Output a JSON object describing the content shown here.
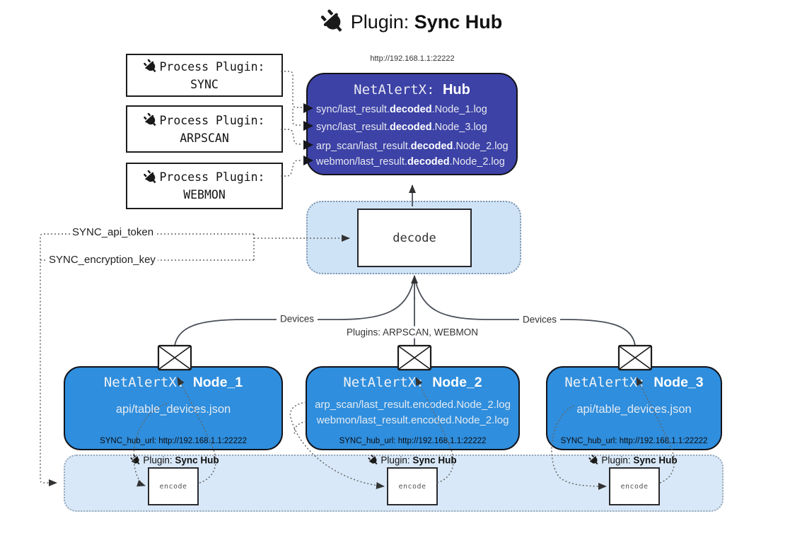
{
  "title": {
    "prefix": "Plugin:",
    "bold": "Sync Hub"
  },
  "process_plugins": [
    {
      "label": "Process Plugin:",
      "name": "SYNC"
    },
    {
      "label": "Process Plugin:",
      "name": "ARPSCAN"
    },
    {
      "label": "Process Plugin:",
      "name": "WEBMON"
    }
  ],
  "hub": {
    "url": "http://192.168.1.1:22222",
    "title_prefix": "NetAlertX:",
    "title_bold": "Hub",
    "entries": [
      {
        "pre": "sync/last_result.",
        "bold": "decoded",
        "post": ".Node_1.log"
      },
      {
        "pre": "sync/last_result.",
        "bold": "decoded",
        "post": ".Node_3.log"
      },
      {
        "pre": "arp_scan/last_result.",
        "bold": "decoded",
        "post": ".Node_2.log"
      },
      {
        "pre": "webmon/last_result.",
        "bold": "decoded",
        "post": ".Node_2.log"
      }
    ]
  },
  "decode": {
    "label": "decode"
  },
  "settings": {
    "api_token": "SYNC_api_token",
    "encryption_key": "SYNC_encryption_key"
  },
  "edges": {
    "devices_left": "Devices",
    "plugins_center": "Plugins: ARPSCAN, WEBMON",
    "devices_right": "Devices"
  },
  "nodes": [
    {
      "title_prefix": "NetAlertX:",
      "title_bold": "Node_1",
      "lines": [
        "api/table_devices.json"
      ],
      "hub_url": "SYNC_hub_url: http://192.168.1.1:22222"
    },
    {
      "title_prefix": "NetAlertX:",
      "title_bold": "Node_2",
      "lines": [
        "arp_scan/last_result.encoded.Node_2.log",
        "webmon/last_result.encoded.Node_2.log"
      ],
      "hub_url": "SYNC_hub_url: http://192.168.1.1:22222"
    },
    {
      "title_prefix": "NetAlertX:",
      "title_bold": "Node_3",
      "lines": [
        "api/table_devices.json"
      ],
      "hub_url": "SYNC_hub_url: http://192.168.1.1:22222"
    }
  ],
  "encode_plugins": [
    {
      "prefix": "Plugin:",
      "bold": "Sync Hub",
      "box_label": "encode"
    },
    {
      "prefix": "Plugin:",
      "bold": "Sync Hub",
      "box_label": "encode"
    },
    {
      "prefix": "Plugin:",
      "bold": "Sync Hub",
      "box_label": "encode"
    }
  ],
  "colors": {
    "hub_fill": "#3c42a6",
    "node_fill": "#2f8edd",
    "decode_band_fill": "#cfe3f6",
    "encode_band_fill": "#d9e8f8",
    "box_border": "#1a1a1a",
    "dotted_line": "#666666",
    "solid_line": "#4a4f58"
  }
}
